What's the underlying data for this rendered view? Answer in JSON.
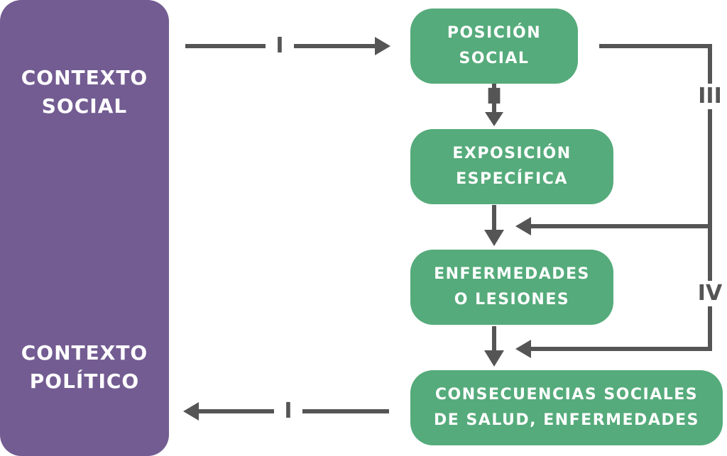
{
  "colors": {
    "context": "#735c92",
    "box": "#55ab7b",
    "connector": "#555555",
    "text": "#ffffff"
  },
  "context": {
    "social": [
      "CONTEXTO",
      "SOCIAL"
    ],
    "political": [
      "CONTEXTO",
      "POLÍTICO"
    ]
  },
  "boxes": {
    "social_position": [
      "POSICIÓN",
      "SOCIAL"
    ],
    "specific_exposure": [
      "EXPOSICIÓN",
      "ESPECÍFICA"
    ],
    "diseases_injuries": [
      "ENFERMEDADES",
      "O LESIONES"
    ],
    "consequences": [
      "CONSECUENCIAS SOCIALES",
      "DE SALUD, ENFERMEDADES"
    ]
  },
  "pathways": {
    "top": "I",
    "bottom": "I",
    "second": "II",
    "third": "III",
    "fourth": "IV"
  }
}
